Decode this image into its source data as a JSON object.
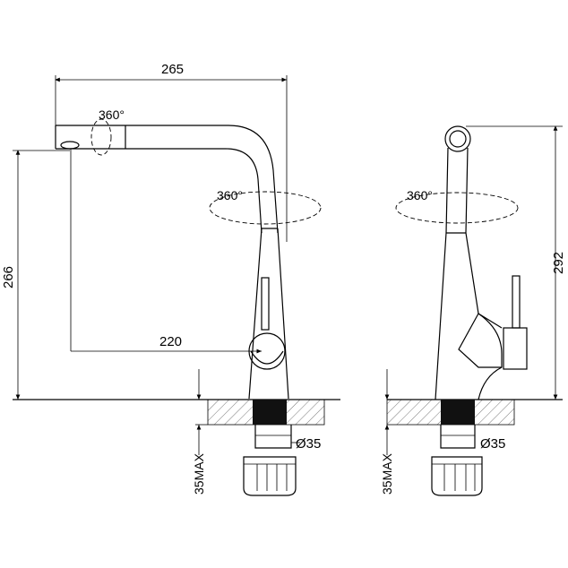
{
  "dimensions": {
    "spout_reach": "265",
    "spout_height": "266",
    "handle_to_spout": "220",
    "total_height": "292",
    "pipe_diameter_left": "Ø35",
    "pipe_diameter_right": "Ø35",
    "deck_max_left": "35MAX",
    "deck_max_right": "35MAX"
  },
  "rotation_labels": {
    "aerator": "360°",
    "spout_left": "360°",
    "spout_right": "360°"
  }
}
